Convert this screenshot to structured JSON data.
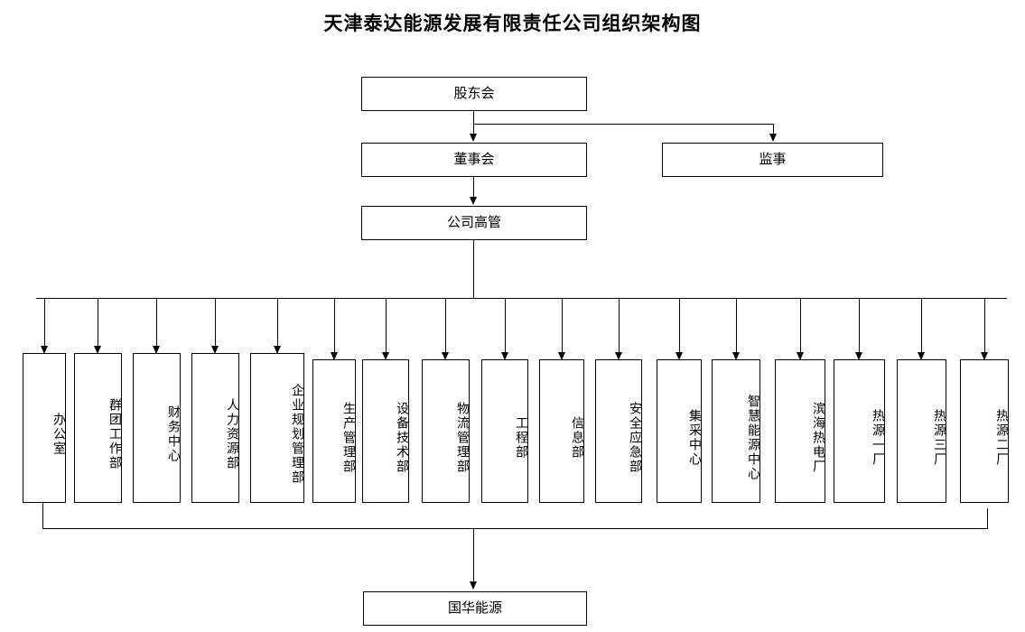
{
  "title": "天津泰达能源发展有限责任公司组织架构图",
  "top_nodes": {
    "shareholders": "股东会",
    "board": "董事会",
    "supervisor": "监事",
    "executives": "公司高管"
  },
  "departments": [
    {
      "label": "办公室"
    },
    {
      "label": "群团工作部"
    },
    {
      "label": "财务中心"
    },
    {
      "label": "人力资源部"
    },
    {
      "label": "企业规划管理部"
    },
    {
      "label": "生产管理部"
    },
    {
      "label": "设备技术部"
    },
    {
      "label": "物流管理部"
    },
    {
      "label": "工程部"
    },
    {
      "label": "信息部"
    },
    {
      "label": "安全应急部"
    },
    {
      "label": "集采中心"
    },
    {
      "label": "智慧能源中心"
    },
    {
      "label": "滨海热电厂"
    },
    {
      "label": "热源一厂"
    },
    {
      "label": "热源三厂"
    },
    {
      "label": "热源二厂"
    }
  ],
  "bottom_node": {
    "subsidiary": "国华能源"
  },
  "colors": {
    "line": "#000000",
    "box_fill": "#ffffff",
    "text": "#000000",
    "background": "#ffffff"
  }
}
